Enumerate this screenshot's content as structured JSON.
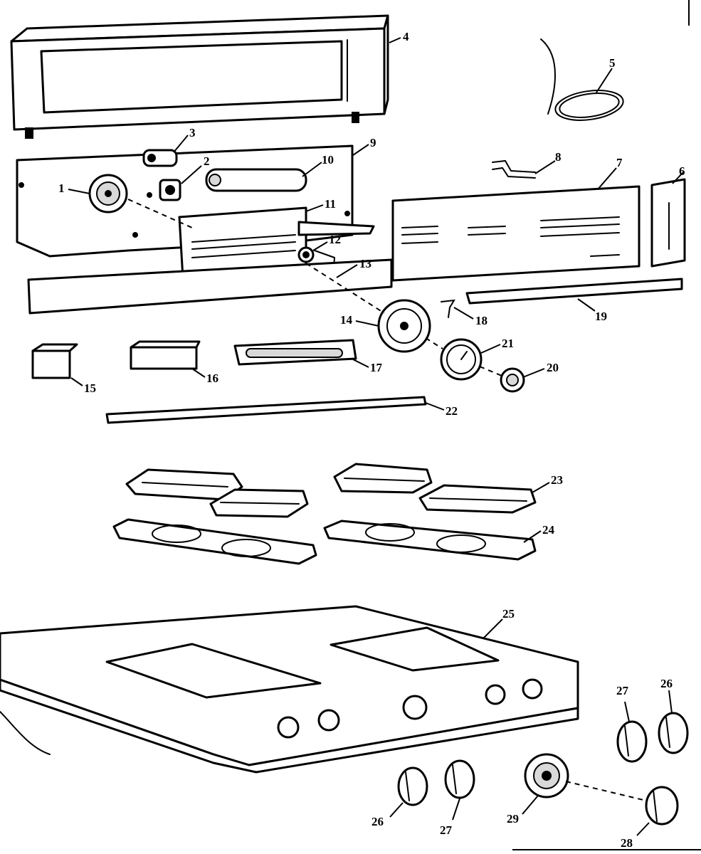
{
  "diagram": {
    "callouts": [
      {
        "id": "1",
        "label": "1"
      },
      {
        "id": "2",
        "label": "2"
      },
      {
        "id": "3",
        "label": "3"
      },
      {
        "id": "4",
        "label": "4"
      },
      {
        "id": "5",
        "label": "5"
      },
      {
        "id": "6",
        "label": "6"
      },
      {
        "id": "7",
        "label": "7"
      },
      {
        "id": "8",
        "label": "8"
      },
      {
        "id": "9",
        "label": "9"
      },
      {
        "id": "10",
        "label": "10"
      },
      {
        "id": "11",
        "label": "11"
      },
      {
        "id": "12",
        "label": "12"
      },
      {
        "id": "13",
        "label": "13"
      },
      {
        "id": "14",
        "label": "14"
      },
      {
        "id": "15",
        "label": "15"
      },
      {
        "id": "16",
        "label": "16"
      },
      {
        "id": "17",
        "label": "17"
      },
      {
        "id": "18",
        "label": "18"
      },
      {
        "id": "19",
        "label": "19"
      },
      {
        "id": "20",
        "label": "20"
      },
      {
        "id": "21",
        "label": "21"
      },
      {
        "id": "22",
        "label": "22"
      },
      {
        "id": "23",
        "label": "23"
      },
      {
        "id": "24",
        "label": "24"
      },
      {
        "id": "25",
        "label": "25"
      },
      {
        "id": "26a",
        "label": "26"
      },
      {
        "id": "27a",
        "label": "27"
      },
      {
        "id": "29",
        "label": "29"
      },
      {
        "id": "27b",
        "label": "27"
      },
      {
        "id": "26b",
        "label": "26"
      },
      {
        "id": "28",
        "label": "28"
      }
    ]
  }
}
